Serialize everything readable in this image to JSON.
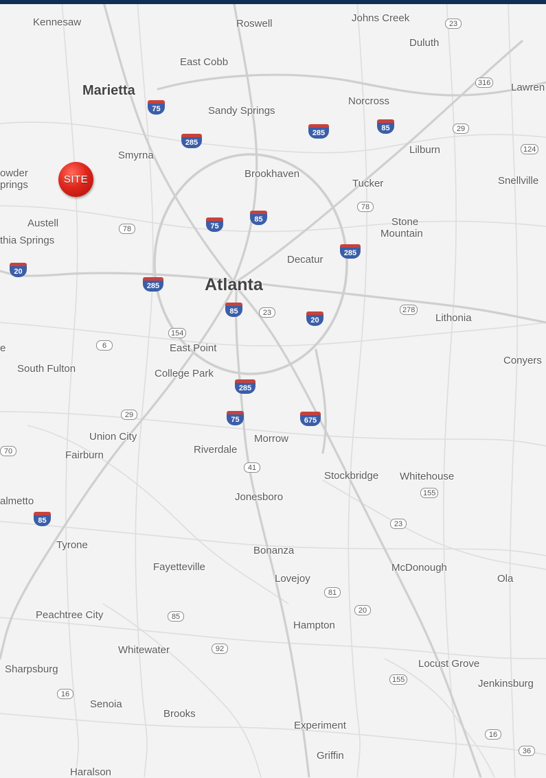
{
  "colors": {
    "background": "#f3f3f3",
    "road_major": "#d2d2d2",
    "road_minor": "#dddddd",
    "interstate_blue": "#3a5ea8",
    "interstate_red": "#c8423d",
    "marker_red": "#e0261c",
    "header_bar": "#0f2f57"
  },
  "marker": {
    "label": "SITE",
    "icon": "map-pin-icon"
  },
  "places": [
    {
      "id": "kennesaw",
      "name": "Kennesaw",
      "tier": "minor"
    },
    {
      "id": "roswell",
      "name": "Roswell",
      "tier": "minor"
    },
    {
      "id": "johns-creek",
      "name": "Johns Creek",
      "tier": "minor"
    },
    {
      "id": "duluth",
      "name": "Duluth",
      "tier": "minor"
    },
    {
      "id": "east-cobb",
      "name": "East Cobb",
      "tier": "minor"
    },
    {
      "id": "marietta",
      "name": "Marietta",
      "tier": "major"
    },
    {
      "id": "sandy-springs",
      "name": "Sandy Springs",
      "tier": "minor"
    },
    {
      "id": "norcross",
      "name": "Norcross",
      "tier": "minor"
    },
    {
      "id": "lawren",
      "name": "Lawren",
      "tier": "minor"
    },
    {
      "id": "smyrna",
      "name": "Smyrna",
      "tier": "minor"
    },
    {
      "id": "lilburn",
      "name": "Lilburn",
      "tier": "minor"
    },
    {
      "id": "owder",
      "name": "owder",
      "tier": "minor"
    },
    {
      "id": "prings",
      "name": "prings",
      "tier": "minor"
    },
    {
      "id": "brookhaven",
      "name": "Brookhaven",
      "tier": "minor"
    },
    {
      "id": "tucker",
      "name": "Tucker",
      "tier": "minor"
    },
    {
      "id": "snellville",
      "name": "Snellville",
      "tier": "minor"
    },
    {
      "id": "austell",
      "name": "Austell",
      "tier": "minor"
    },
    {
      "id": "stone",
      "name": "Stone",
      "tier": "minor"
    },
    {
      "id": "mountain",
      "name": "Mountain",
      "tier": "minor"
    },
    {
      "id": "lithia-springs",
      "name": "thia Springs",
      "tier": "minor"
    },
    {
      "id": "decatur",
      "name": "Decatur",
      "tier": "minor"
    },
    {
      "id": "atlanta",
      "name": "Atlanta",
      "tier": "capital"
    },
    {
      "id": "lithonia",
      "name": "Lithonia",
      "tier": "minor"
    },
    {
      "id": "e",
      "name": "e",
      "tier": "minor"
    },
    {
      "id": "east-point",
      "name": "East Point",
      "tier": "minor"
    },
    {
      "id": "conyers",
      "name": "Conyers",
      "tier": "minor"
    },
    {
      "id": "south-fulton",
      "name": "South Fulton",
      "tier": "minor"
    },
    {
      "id": "college-park",
      "name": "College Park",
      "tier": "minor"
    },
    {
      "id": "union-city",
      "name": "Union City",
      "tier": "minor"
    },
    {
      "id": "morrow",
      "name": "Morrow",
      "tier": "minor"
    },
    {
      "id": "fairburn",
      "name": "Fairburn",
      "tier": "minor"
    },
    {
      "id": "riverdale",
      "name": "Riverdale",
      "tier": "minor"
    },
    {
      "id": "stockbridge",
      "name": "Stockbridge",
      "tier": "minor"
    },
    {
      "id": "whitehouse",
      "name": "Whitehouse",
      "tier": "minor"
    },
    {
      "id": "palmetto",
      "name": "almetto",
      "tier": "minor"
    },
    {
      "id": "jonesboro",
      "name": "Jonesboro",
      "tier": "minor"
    },
    {
      "id": "tyrone",
      "name": "Tyrone",
      "tier": "minor"
    },
    {
      "id": "bonanza",
      "name": "Bonanza",
      "tier": "minor"
    },
    {
      "id": "fayetteville",
      "name": "Fayetteville",
      "tier": "minor"
    },
    {
      "id": "mcdonough",
      "name": "McDonough",
      "tier": "minor"
    },
    {
      "id": "lovejoy",
      "name": "Lovejoy",
      "tier": "minor"
    },
    {
      "id": "ola",
      "name": "Ola",
      "tier": "minor"
    },
    {
      "id": "peachtree-city",
      "name": "Peachtree City",
      "tier": "minor"
    },
    {
      "id": "hampton",
      "name": "Hampton",
      "tier": "minor"
    },
    {
      "id": "whitewater",
      "name": "Whitewater",
      "tier": "minor"
    },
    {
      "id": "locust-grove",
      "name": "Locust Grove",
      "tier": "minor"
    },
    {
      "id": "sharpsburg",
      "name": "Sharpsburg",
      "tier": "minor"
    },
    {
      "id": "jenkinsburg",
      "name": "Jenkinsburg",
      "tier": "minor"
    },
    {
      "id": "senoia",
      "name": "Senoia",
      "tier": "minor"
    },
    {
      "id": "brooks",
      "name": "Brooks",
      "tier": "minor"
    },
    {
      "id": "experiment",
      "name": "Experiment",
      "tier": "minor"
    },
    {
      "id": "griffin",
      "name": "Griffin",
      "tier": "minor"
    },
    {
      "id": "haralson",
      "name": "Haralson",
      "tier": "minor"
    }
  ],
  "shields": [
    {
      "id": "i75-marietta",
      "number": "75",
      "type": "interstate"
    },
    {
      "id": "i285-nw",
      "number": "285",
      "type": "interstate"
    },
    {
      "id": "i285-ne",
      "number": "285",
      "type": "interstate"
    },
    {
      "id": "i85-norcross",
      "number": "85",
      "type": "interstate"
    },
    {
      "id": "i75-north-atl",
      "number": "75",
      "type": "interstate"
    },
    {
      "id": "i85-north-atl",
      "number": "85",
      "type": "interstate"
    },
    {
      "id": "i285-decatur",
      "number": "285",
      "type": "interstate"
    },
    {
      "id": "i20-west",
      "number": "20",
      "type": "interstate"
    },
    {
      "id": "i285-west",
      "number": "285",
      "type": "interstate"
    },
    {
      "id": "i85-atl",
      "number": "85",
      "type": "interstate"
    },
    {
      "id": "i20-east",
      "number": "20",
      "type": "interstate"
    },
    {
      "id": "i285-south",
      "number": "285",
      "type": "interstate"
    },
    {
      "id": "i75-south",
      "number": "75",
      "type": "interstate"
    },
    {
      "id": "i675",
      "number": "675",
      "type": "interstate"
    },
    {
      "id": "i85-palmetto",
      "number": "85",
      "type": "interstate"
    },
    {
      "id": "us23-johns-creek",
      "number": "23",
      "type": "us"
    },
    {
      "id": "us316",
      "number": "316",
      "type": "us"
    },
    {
      "id": "us29-ne",
      "number": "29",
      "type": "us"
    },
    {
      "id": "us124",
      "number": "124",
      "type": "us"
    },
    {
      "id": "us78-tucker",
      "number": "78",
      "type": "us"
    },
    {
      "id": "us78-austell",
      "number": "78",
      "type": "us"
    },
    {
      "id": "us23-atl",
      "number": "23",
      "type": "us"
    },
    {
      "id": "us278",
      "number": "278",
      "type": "us"
    },
    {
      "id": "us154",
      "number": "154",
      "type": "us"
    },
    {
      "id": "us6",
      "number": "6",
      "type": "us"
    },
    {
      "id": "us29-south",
      "number": "29",
      "type": "us"
    },
    {
      "id": "us70",
      "number": "70",
      "type": "us"
    },
    {
      "id": "us41",
      "number": "41",
      "type": "us"
    },
    {
      "id": "us155-whitehouse",
      "number": "155",
      "type": "us"
    },
    {
      "id": "us23-south",
      "number": "23",
      "type": "us"
    },
    {
      "id": "us81",
      "number": "81",
      "type": "us"
    },
    {
      "id": "us20",
      "number": "20",
      "type": "us"
    },
    {
      "id": "us85",
      "number": "85",
      "type": "us"
    },
    {
      "id": "us92",
      "number": "92",
      "type": "us"
    },
    {
      "id": "us155-locust",
      "number": "155",
      "type": "us"
    },
    {
      "id": "us16-west",
      "number": "16",
      "type": "us"
    },
    {
      "id": "us16-east",
      "number": "16",
      "type": "us"
    },
    {
      "id": "us36",
      "number": "36",
      "type": "us"
    }
  ]
}
